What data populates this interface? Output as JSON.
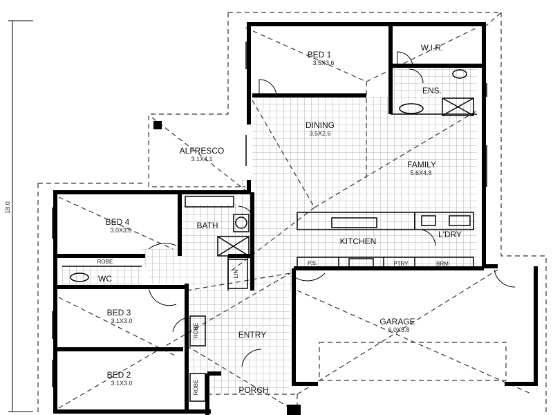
{
  "plan": {
    "rooms": [
      {
        "id": "bed1",
        "name": "BED 1",
        "dims": "3.5X3.6"
      },
      {
        "id": "wir",
        "name": "W.I.R.",
        "dims": ""
      },
      {
        "id": "ens",
        "name": "ENS.",
        "dims": ""
      },
      {
        "id": "dining",
        "name": "DINING",
        "dims": "3.5X2.6"
      },
      {
        "id": "family",
        "name": "FAMILY",
        "dims": "5.6X4.8"
      },
      {
        "id": "alfresco",
        "name": "ALFRESCO",
        "dims": "3.1X4.1"
      },
      {
        "id": "bed4",
        "name": "BED 4",
        "dims": "3.0X3.0"
      },
      {
        "id": "bath",
        "name": "BATH",
        "dims": ""
      },
      {
        "id": "kitchen",
        "name": "KITCHEN",
        "dims": ""
      },
      {
        "id": "ldry",
        "name": "L'DRY",
        "dims": ""
      },
      {
        "id": "wc",
        "name": "WC",
        "dims": ""
      },
      {
        "id": "bed3",
        "name": "BED 3",
        "dims": "3.1X3.0"
      },
      {
        "id": "garage",
        "name": "GARAGE",
        "dims": "6.0X5.8"
      },
      {
        "id": "entry",
        "name": "ENTRY",
        "dims": ""
      },
      {
        "id": "bed2",
        "name": "BED 2",
        "dims": "3.1X3.0"
      },
      {
        "id": "porch",
        "name": "PORCH",
        "dims": ""
      }
    ],
    "fixtures": {
      "robe_bed4": "ROBE",
      "robe_bed3": "ROBE",
      "robe_bed2": "ROBE",
      "lin": "LIN",
      "ps": "P.S.",
      "pantry": "PTRY",
      "brm": "BRM"
    },
    "overall_dimension": "18.0"
  }
}
